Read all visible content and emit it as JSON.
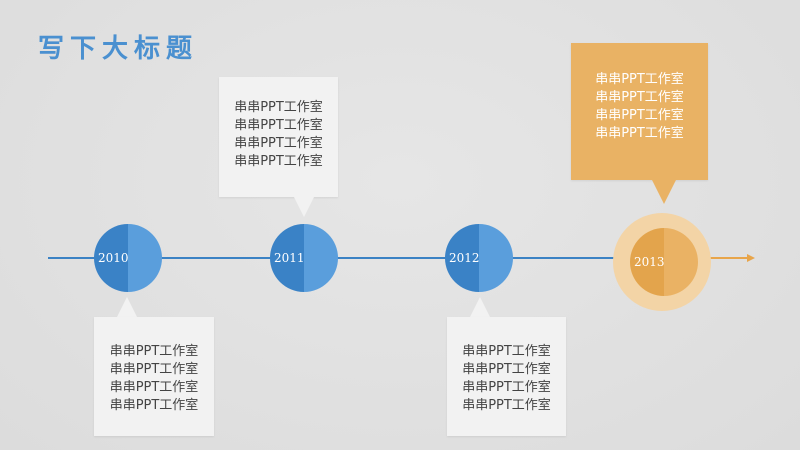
{
  "title": "写下大标题",
  "colors": {
    "title": "#4a90d0",
    "blue": "#3a82c6",
    "orange": "#e9b264",
    "box": "#f2f2f2"
  },
  "milestones": [
    {
      "year": "2010",
      "lines": [
        "串串PPT工作室",
        "串串PPT工作室",
        "串串PPT工作室",
        "串串PPT工作室"
      ]
    },
    {
      "year": "2011",
      "lines": [
        "串串PPT工作室",
        "串串PPT工作室",
        "串串PPT工作室",
        "串串PPT工作室"
      ]
    },
    {
      "year": "2012",
      "lines": [
        "串串PPT工作室",
        "串串PPT工作室",
        "串串PPT工作室",
        "串串PPT工作室"
      ]
    },
    {
      "year": "2013",
      "lines": [
        "串串PPT工作室",
        "串串PPT工作室",
        "串串PPT工作室",
        "串串PPT工作室"
      ]
    }
  ]
}
